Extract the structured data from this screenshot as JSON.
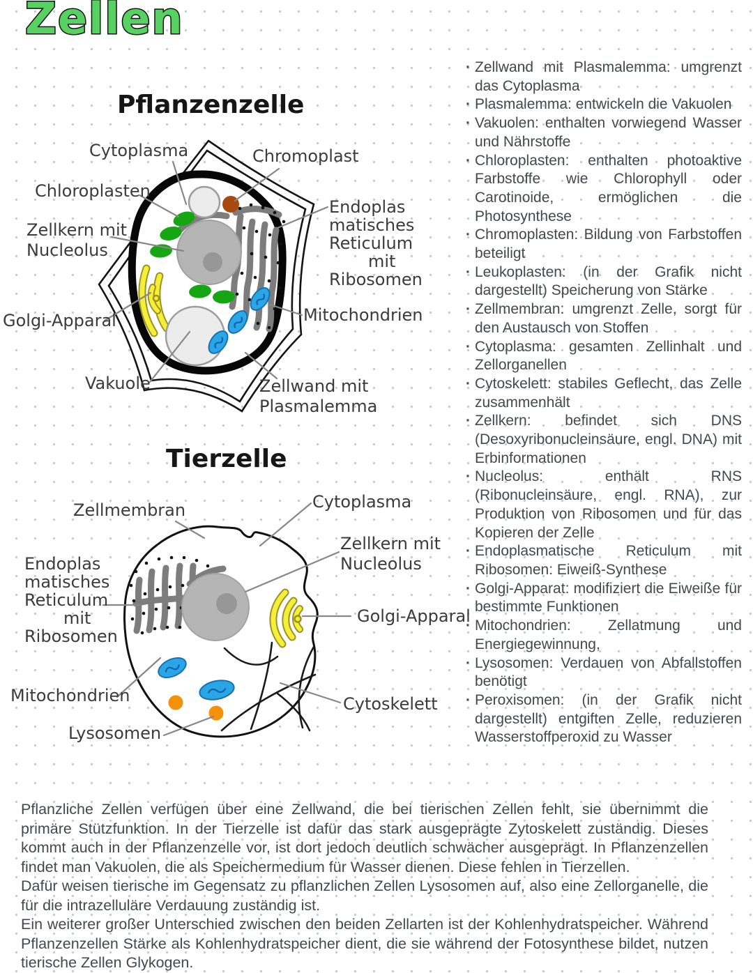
{
  "page": {
    "title": "Zellen"
  },
  "plant": {
    "heading": "Pflanzenzelle",
    "labels": {
      "cytoplasma": "Cytoplasma",
      "chromoplast": "Chromoplast",
      "chloroplasten": "Chloroplasten",
      "zellkern": "Zellkern mit\nNucleolus",
      "er_lines": [
        "Endoplas",
        "matisches",
        "Reticulum",
        "mit",
        "Ribosomen"
      ],
      "mitochondrien": "Mitochondrien",
      "zellwand": "Zellwand mit\nPlasmalemma",
      "golgi": "Golgi-Apparal",
      "vakuole": "Vakuole"
    }
  },
  "animal": {
    "heading": "Tierzelle",
    "labels": {
      "zellmembran": "Zellmembran",
      "cytoplasma": "Cytoplasma",
      "zellkern": "Zellkern mit\nNucleolus",
      "golgi": "Golgi-Apparal",
      "er_lines": [
        "Endoplas",
        "matisches",
        "Reticulum",
        "mit",
        "Ribosomen"
      ],
      "mitochondrien": "Mitochondrien",
      "cytoskelett": "Cytoskelett",
      "lysosomen": "Lysosomen"
    }
  },
  "definitions": [
    "Zellwand mit Plasmalemma: umgrenzt das Cytoplasma",
    "Plasmalemma: entwickeln die Vakuolen",
    "Vakuolen: enthalten vorwiegend Wasser und Nährstoffe",
    "Chloroplasten: enthalten photoaktive Farbstoffe wie Chlorophyll oder Carotinoide, ermöglichen die Photosynthese",
    "Chromoplasten: Bildung von Farbstoffen beteiligt",
    "Leukoplasten: (in der Grafik nicht dargestellt) Speicherung von Stärke",
    "Zellmembran: umgrenzt Zelle, sorgt für den Austausch von Stoffen",
    "Cytoplasma: gesamten Zellinhalt und Zellorganellen",
    "Cytoskelett: stabiles Geflecht, das Zelle zusammenhält",
    "Zellkern: befindet sich DNS (Desoxyribonucleinsäure, engl. DNA) mit Erbinformationen",
    "Nucleolus: enthält RNS (Ribonucleinsäure, engl. RNA), zur Produktion von Ribosomen und für das Kopieren der Zelle",
    "Endoplasmatische Reticulum mit Ribosomen: Eiweiß-Synthese",
    "Golgi-Apparat: modifiziert die Eiweiße für bestimmte Funktionen",
    "Mitochondrien: Zellatmung und Energiegewinnung,",
    "Lysosomen: Verdauen von Abfallstoffen benötigt",
    "Peroxisomen: (in der Grafik nicht dargestellt) entgiften Zelle, reduzieren Wasserstoffperoxid zu Wasser"
  ],
  "footer": {
    "paragraphs": [
      "Pflanzliche Zellen verfügen über eine Zellwand, die bei tierischen Zellen fehlt, sie übernimmt die primäre Stützfunktion. In der Tierzelle ist dafür das stark ausgeprägte Zytoskelett zuständig. Dieses kommt auch in der Pflanzenzelle vor, ist dort jedoch deutlich schwächer ausgeprägt. In Pflanzenzellen findet man Vakuolen, die als Speichermedium für Wasser dienen. Diese fehlen in Tierzellen.",
      "Dafür weisen tierische im Gegensatz zu pflanzlichen Zellen Lysosomen auf, also eine Zellorganelle, die für die intrazelluläre Verdauung zuständig ist.",
      "Ein weiterer großer Unterschied zwischen den beiden Zellarten ist der Kohlenhydratspeicher. Während Pflanzenzellen Stärke als Kohlenhydratspeicher dient, die sie während der Fotosynthese bildet, nutzen tierische Zellen Glykogen."
    ]
  },
  "colors": {
    "title_green": "#58d163",
    "chloroplast_green": "#16a613",
    "chromoplast_brown": "#a9490f",
    "mitochondria_blue": "#2aa6e4",
    "lysosome_orange": "#f59106",
    "golgi_yellow": "#f6ef3a",
    "nucleus_gray": "#b5b5b5",
    "er_gray": "#7d7d7d",
    "text_gray": "#44484e"
  }
}
